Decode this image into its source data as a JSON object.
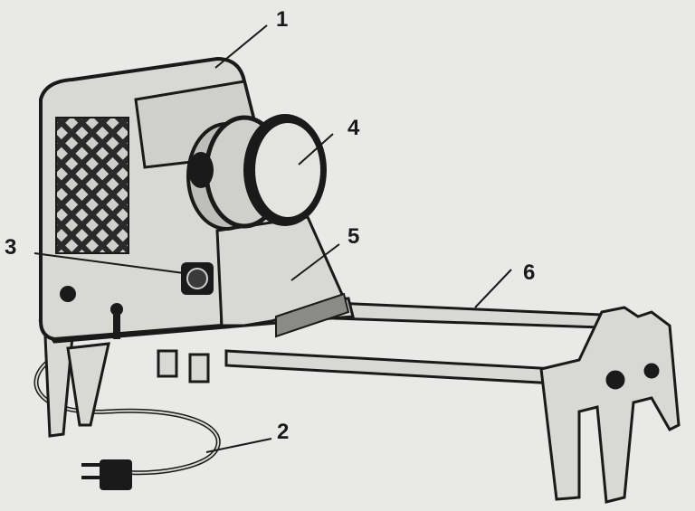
{
  "figure": {
    "callouts": [
      {
        "id": "1",
        "label": "1"
      },
      {
        "id": "2",
        "label": "2"
      },
      {
        "id": "3",
        "label": "3"
      },
      {
        "id": "4",
        "label": "4"
      },
      {
        "id": "5",
        "label": "5"
      },
      {
        "id": "6",
        "label": "6"
      }
    ]
  },
  "colors": {
    "paper": "#e9e9e7",
    "ink": "#1a1a1a",
    "body": "#d8d8d4",
    "shadow": "#8a8a86"
  }
}
